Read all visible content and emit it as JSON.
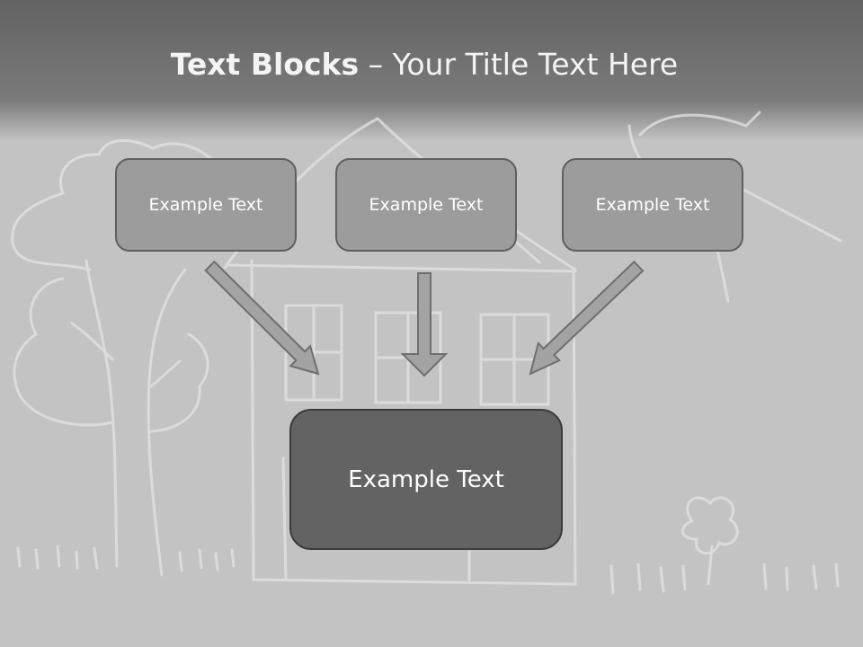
{
  "slide": {
    "title_bold": "Text Blocks",
    "title_rest": " – Your Title Text Here",
    "boxes": [
      "Example Text",
      "Example Text",
      "Example Text"
    ],
    "main_box": "Example Text"
  },
  "colors": {
    "header": "#6b6b6b",
    "background": "#c4c4c4",
    "box": "#9c9c9c",
    "main_box": "#636363",
    "chalk": "#e2e2e2"
  }
}
